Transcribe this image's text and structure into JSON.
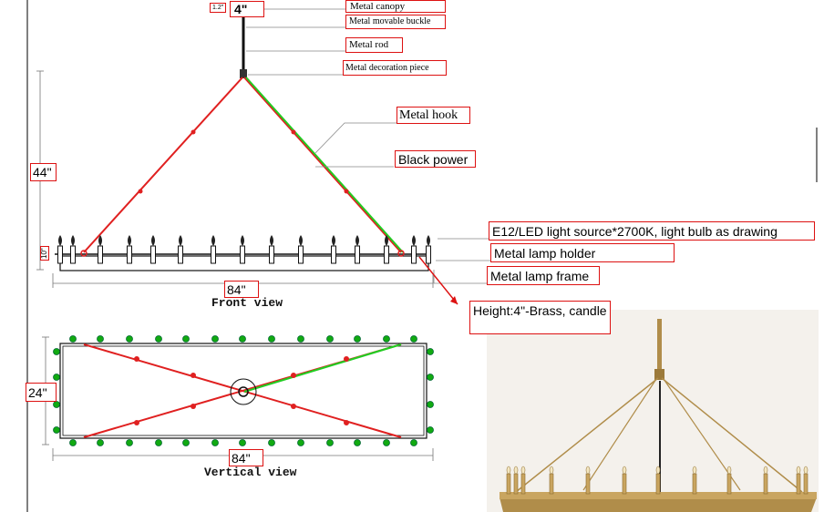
{
  "labels": {
    "canopy": "Metal canopy",
    "buckle": "Metal movable buckle",
    "rod": "Metal rod",
    "decoration": "Metal decoration piece",
    "hook": "Metal hook",
    "power": "Black power",
    "light_source": "E12/LED light source*2700K, light bulb as drawing",
    "lamp_holder": "Metal lamp holder",
    "lamp_frame": "Metal lamp frame",
    "height_note": "Height:4\"-Brass, candle"
  },
  "dimensions": {
    "top_small": "1.2\"",
    "top_width": "4\"",
    "height": "44\"",
    "frame_height": "10\"",
    "front_width": "84\"",
    "depth": "24\"",
    "vertical_width": "84\""
  },
  "views": {
    "front": "Front view",
    "vertical": "Vertical view"
  },
  "colors": {
    "label_border": "#dd1111",
    "chain_red": "#e02020",
    "power_green": "#22cc22",
    "holder_green": "#11aa11",
    "brass": "#b08d4a"
  }
}
